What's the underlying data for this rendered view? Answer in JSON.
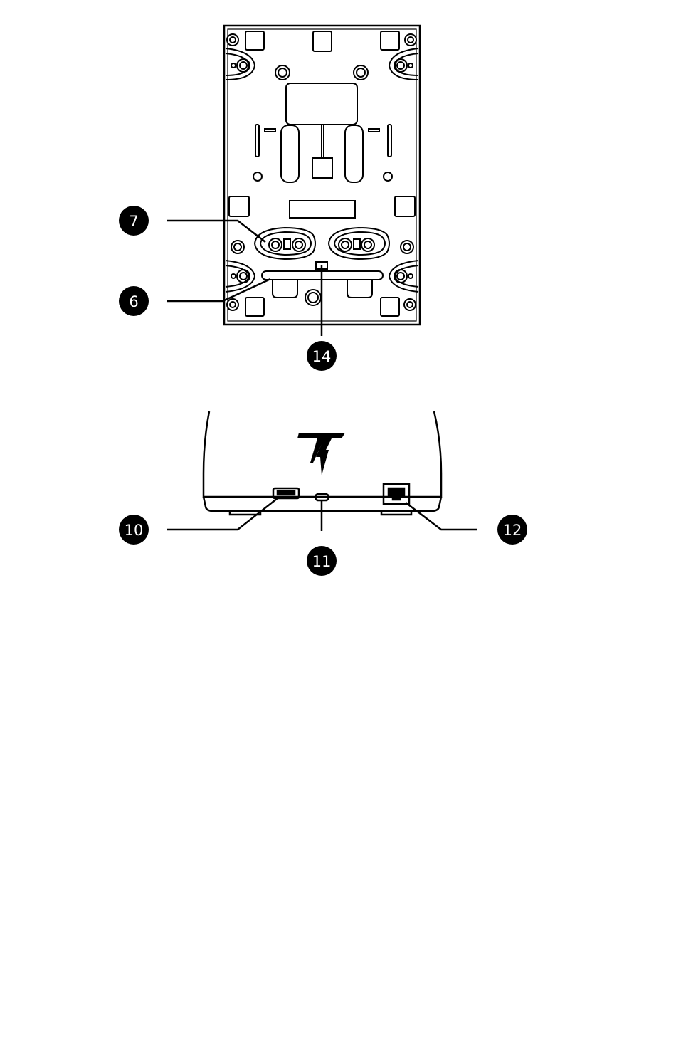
{
  "callouts": {
    "c7": "7",
    "c6": "6",
    "c14": "14",
    "c10": "10",
    "c11": "11",
    "c12": "12"
  },
  "colors": {
    "ink": "#000000",
    "paper": "#ffffff",
    "callout_fill": "#000000",
    "callout_text": "#ffffff"
  },
  "icons": {
    "logo": "thrustmaster-logo-icon",
    "usb_a": "usb-a-port-icon",
    "usb_c": "usb-c-port-icon",
    "rj12": "rj12-port-icon"
  }
}
